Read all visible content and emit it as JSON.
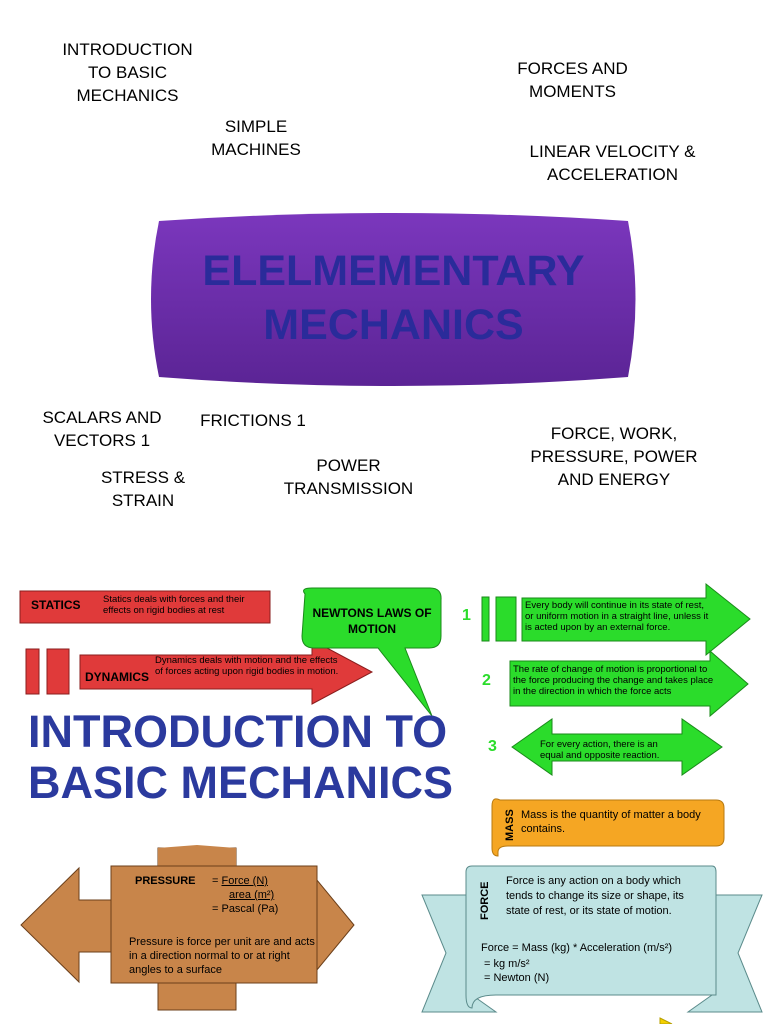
{
  "topics": {
    "intro": "INTRODUCTION\nTO BASIC\nMECHANICS",
    "forces_moments": "FORCES AND\nMOMENTS",
    "simple_machines": "SIMPLE\nMACHINES",
    "linear_velocity": "LINEAR VELOCITY &\nACCELERATION",
    "scalars_vectors": "SCALARS AND\nVECTORS 1",
    "frictions": "FRICTIONS 1",
    "force_work": "FORCE, WORK,\nPRESSURE, POWER\nAND ENERGY",
    "stress_strain": "STRESS &\nSTRAIN",
    "power_transmission": "POWER\nTRANSMISSION"
  },
  "hub": {
    "title": "ELELMEMENTARY\nMECHANICS"
  },
  "statics": {
    "label": "STATICS",
    "text": "Statics deals with forces and their effects on rigid bodies at rest"
  },
  "dynamics": {
    "label": "DYNAMICS",
    "text": "Dynamics deals with motion and the effects of forces acting upon rigid bodies in motion."
  },
  "newton": {
    "bubble": "NEWTONS LAWS OF MOTION",
    "laws": [
      {
        "num": "1",
        "text": "Every body will continue in its state of rest, or uniform motion in a straight line, unless it is acted upon by an external force."
      },
      {
        "num": "2",
        "text": "The rate of change of motion is proportional to the force producing the change and takes place in the direction in which the force acts"
      },
      {
        "num": "3",
        "text": "For every action, there is an equal and opposite reaction."
      }
    ]
  },
  "main_title": "INTRODUCTION TO\nBASIC MECHANICS",
  "mass": {
    "label": "MASS",
    "text": "Mass is the quantity of matter a body contains."
  },
  "pressure": {
    "label": "PRESSURE",
    "formula_eq1": "= ",
    "formula_num": "Force (N)",
    "formula_den": "area (m²)",
    "formula_eq2": "= Pascal (Pa)",
    "text": "Pressure is force per unit are and acts in a direction normal to or at right angles to a surface"
  },
  "force": {
    "label": "FORCE",
    "text": "Force is any action on a body which tends to change its size or shape, its state of rest, or its state of motion.",
    "formula1": "Force = Mass (kg)  * Acceleration (m/s²)",
    "formula2": "=  kg m/s²",
    "formula3": "=  Newton (N)"
  },
  "colors": {
    "hub": "#6a2ea8",
    "red": "#e03a3a",
    "green": "#2bdc2b",
    "orange": "#f5a623",
    "brown": "#c8854a",
    "lightblue": "#bfe3e3",
    "title_blue": "#2b3a9e"
  }
}
